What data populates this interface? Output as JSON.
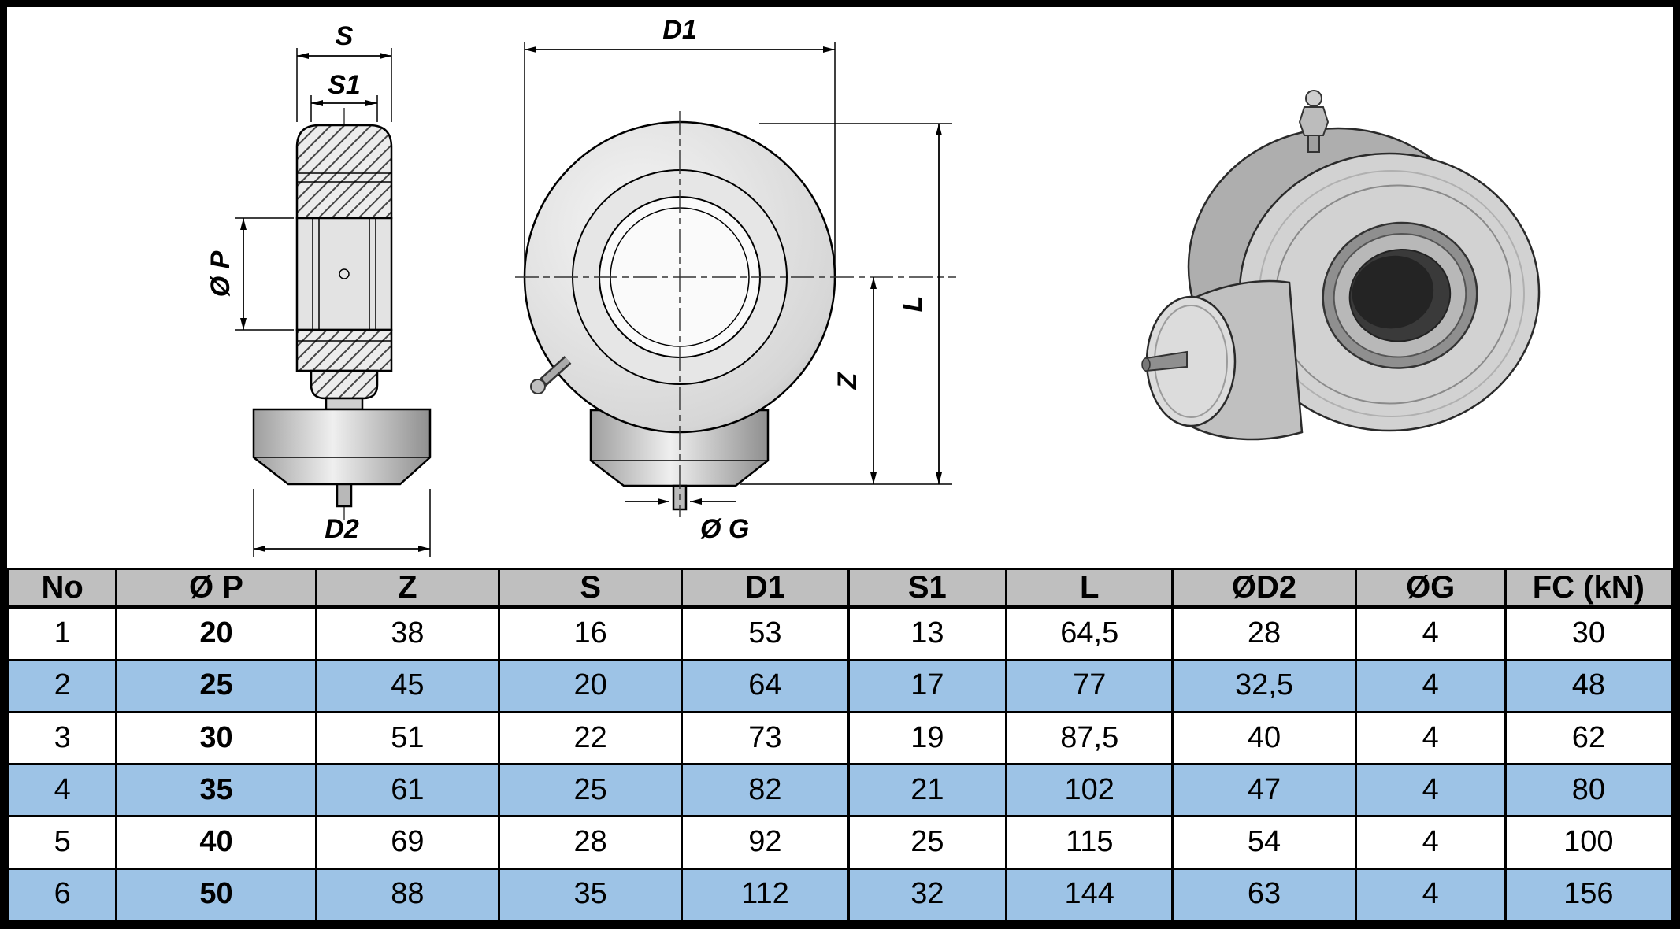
{
  "drawings": {
    "side_view": {
      "dim_s": "S",
      "dim_s1": "S1",
      "dim_p": "Ø P",
      "dim_d2": "D2"
    },
    "front_view": {
      "dim_d1": "D1",
      "dim_l": "L",
      "dim_z": "Z",
      "dim_g": "Ø G"
    }
  },
  "table": {
    "headers": [
      "No",
      "Ø P",
      "Z",
      "S",
      "D1",
      "S1",
      "L",
      "ØD2",
      "ØG",
      "FC (kN)"
    ],
    "rows": [
      [
        "1",
        "20",
        "38",
        "16",
        "53",
        "13",
        "64,5",
        "28",
        "4",
        "30"
      ],
      [
        "2",
        "25",
        "45",
        "20",
        "64",
        "17",
        "77",
        "32,5",
        "4",
        "48"
      ],
      [
        "3",
        "30",
        "51",
        "22",
        "73",
        "19",
        "87,5",
        "40",
        "4",
        "62"
      ],
      [
        "4",
        "35",
        "61",
        "25",
        "82",
        "21",
        "102",
        "47",
        "4",
        "80"
      ],
      [
        "5",
        "40",
        "69",
        "28",
        "92",
        "25",
        "115",
        "54",
        "4",
        "100"
      ],
      [
        "6",
        "50",
        "88",
        "35",
        "112",
        "32",
        "144",
        "63",
        "4",
        "156"
      ]
    ]
  },
  "colors": {
    "header_bg": "#BFBFBF",
    "row_alt_bg": "#9DC3E6",
    "row_bg": "#FFFFFF",
    "border": "#000000"
  }
}
